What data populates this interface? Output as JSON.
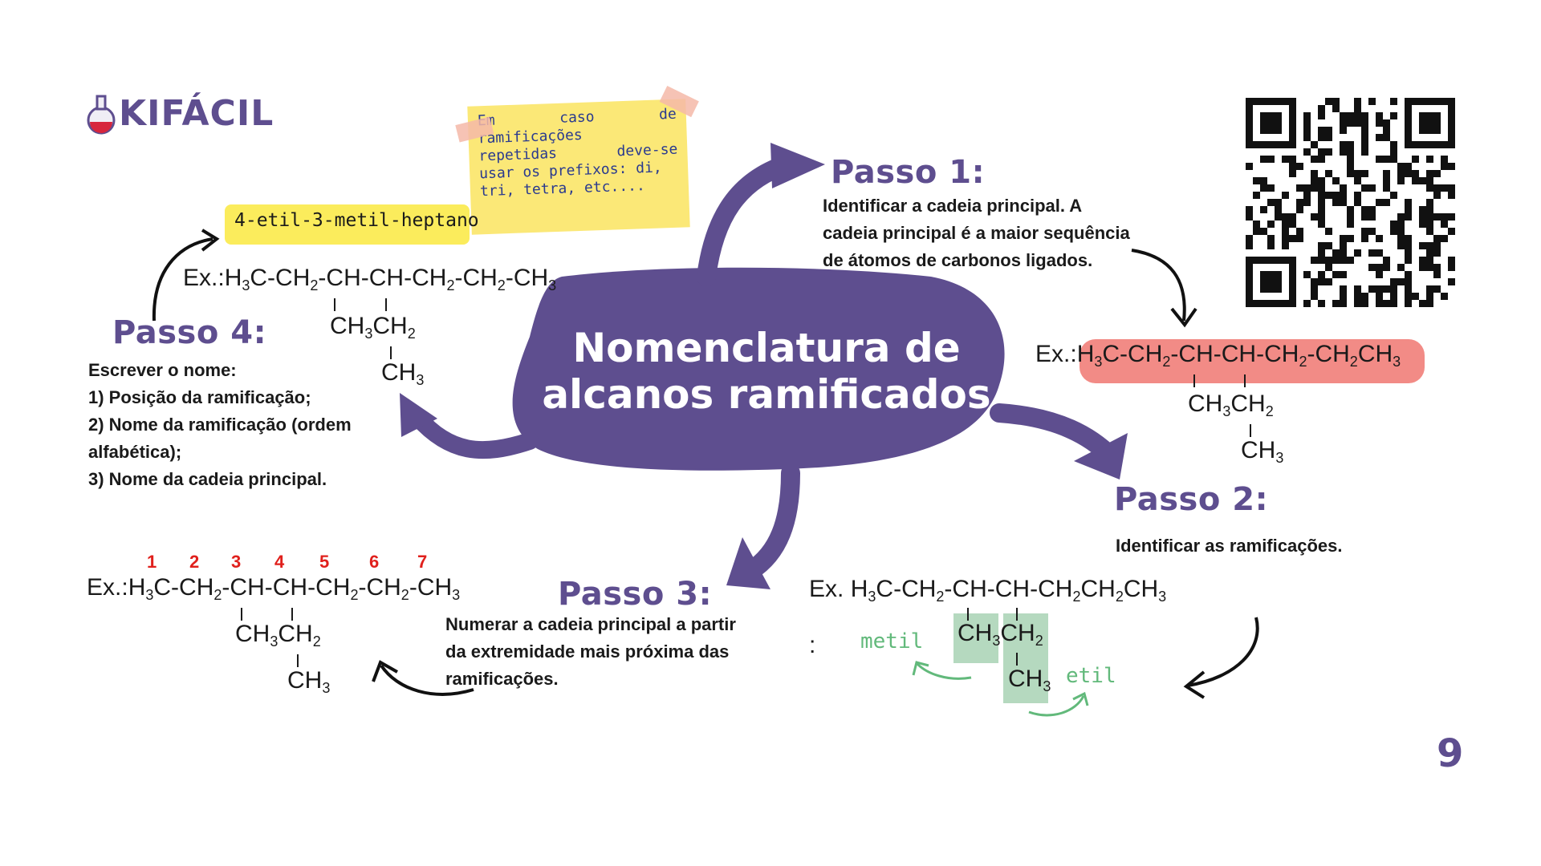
{
  "brand": {
    "name": "KIFÁCIL"
  },
  "title": {
    "line1": "Nomenclatura de",
    "line2": "alcanos ramificados"
  },
  "note": {
    "line1a": "Em",
    "line1b": "caso",
    "line1c": "de",
    "line2": "ramificações",
    "line3a": "repetidas",
    "line3b": "deve-se",
    "line4": "usar os prefixos: di,",
    "line5": "tri, tetra, etc...."
  },
  "result_name": "4-etil-3-metil-heptano",
  "step1": {
    "title": "Passo 1:",
    "text_line1": "Identificar a cadeia principal. A",
    "text_line2": "cadeia principal  é a maior sequência",
    "text_line3": "de átomos de carbonos ligados."
  },
  "step2": {
    "title": "Passo 2:",
    "text": "Identificar as ramificações."
  },
  "step3": {
    "title": "Passo 3:",
    "text_line1": "Numerar a cadeia principal a partir",
    "text_line2": "da extremidade mais próxima das",
    "text_line3": "ramificações."
  },
  "step4": {
    "title": "Passo 4:",
    "text_line1": "Escrever o nome:",
    "text_line2": "1) Posição da ramificação;",
    "text_line3": "2) Nome da ramificação (ordem",
    "text_line4": "alfabética);",
    "text_line5": "3) Nome da cadeia principal."
  },
  "chem": {
    "ex_prefix": "Ex.:",
    "ex_prefix_alt": "Ex.",
    "colon": ":",
    "H": "H",
    "C": "C",
    "CH": "CH",
    "CH2": "CH",
    "CH3": "CH",
    "dash": "-",
    "sub2": "2",
    "sub3": "3",
    "main_start": "-CH",
    "branch_ch3": "CH",
    "branch_ch2": "CH",
    "tail": "CH"
  },
  "labels": {
    "metil": "metil",
    "etil": "etil"
  },
  "numbers": [
    "1",
    "2",
    "3",
    "4",
    "5",
    "6",
    "7"
  ],
  "page_number": "9",
  "colors": {
    "purple": "#5e4e8f",
    "note_yellow": "#fbe877",
    "highlight_yellow": "#fbec5c",
    "highlight_red": "#f28b86",
    "highlight_green": "#b5d9bf",
    "green_label": "#62b97b",
    "number_red": "#e0201c"
  },
  "icons": {
    "logo": "flask-icon",
    "qr": "qr-code-icon"
  }
}
